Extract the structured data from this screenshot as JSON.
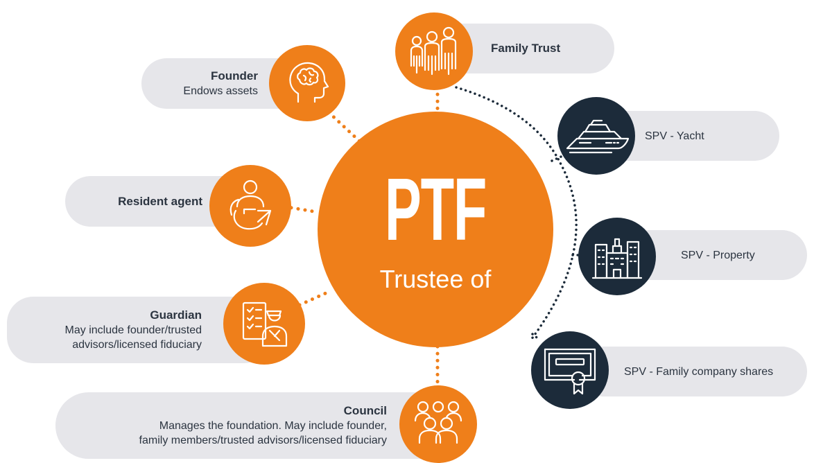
{
  "hub": {
    "name": "PTF",
    "subtitle": "Trustee of"
  },
  "roles": {
    "founder": {
      "title": "Founder",
      "desc": "Endows assets",
      "icon": "brain-head-icon"
    },
    "resident_agent": {
      "title": "Resident agent",
      "icon": "person-cycle-icon"
    },
    "guardian": {
      "title": "Guardian",
      "desc_line1": "May include founder/trusted",
      "desc_line2": "advisors/licensed fiduciary",
      "icon": "guard-checklist-icon"
    },
    "council": {
      "title": "Council",
      "desc_line1": "Manages the foundation. May include founder,",
      "desc_line2": "family members/trusted advisors/licensed fiduciary",
      "icon": "group-icon"
    },
    "family_trust": {
      "title": "Family Trust",
      "icon": "family-icon"
    }
  },
  "assets": {
    "yacht": {
      "label": "SPV - Yacht",
      "icon": "yacht-icon"
    },
    "property": {
      "label": "SPV - Property",
      "icon": "buildings-icon"
    },
    "shares": {
      "label": "SPV - Family company shares",
      "icon": "certificate-icon"
    }
  },
  "colors": {
    "orange": "#ef7f1a",
    "navy": "#1c2b3a",
    "pill": "#e6e6ea",
    "text": "#2b3440"
  }
}
